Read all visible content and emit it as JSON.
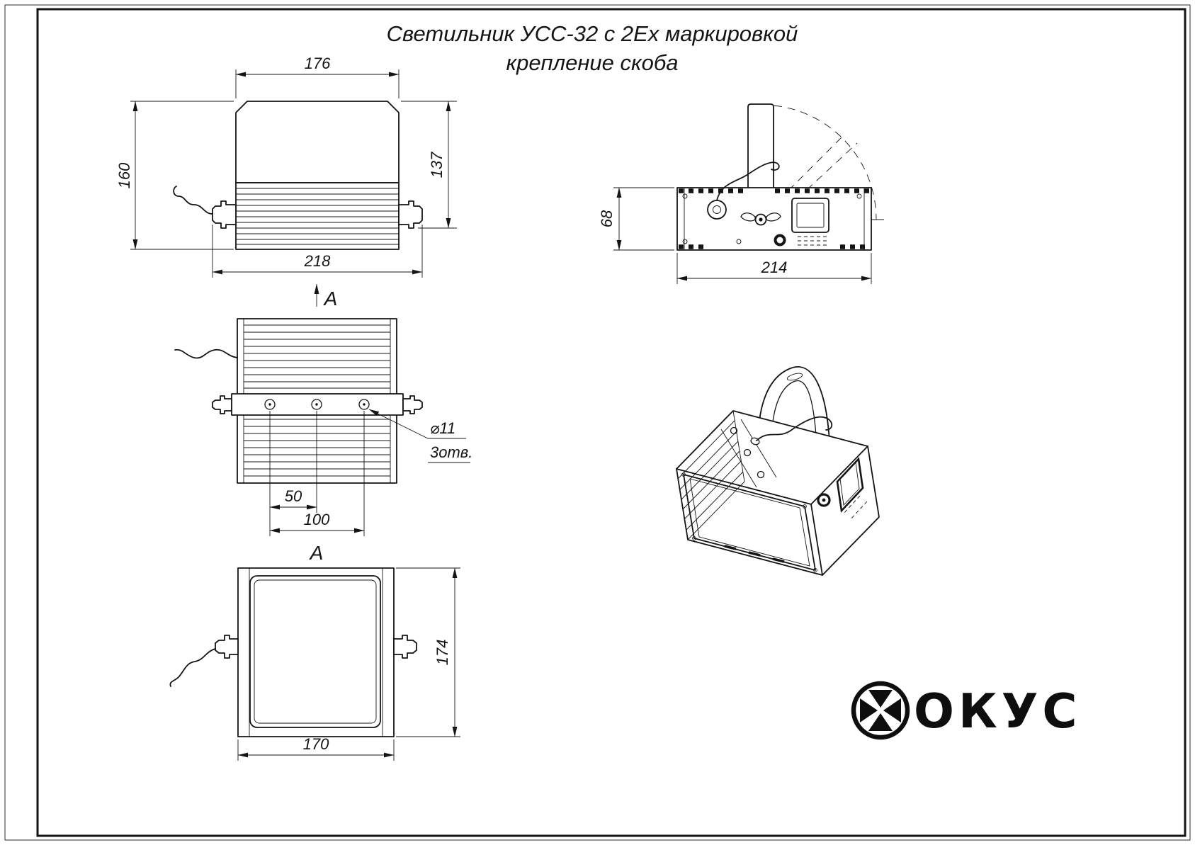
{
  "title": {
    "line1": "Светильник УСС-32 с 2Ех маркировкой",
    "line2": "крепление скоба"
  },
  "front_view": {
    "dim_top": "176",
    "dim_left": "160",
    "dim_right": "137",
    "dim_bottom": "218",
    "section_arrow_label": "А"
  },
  "plan_view": {
    "dim_pitch": "50",
    "dim_span": "100",
    "callout_dia": "⌀11",
    "callout_qty": "3отв.",
    "section_label": "А"
  },
  "bottom_view": {
    "dim_right": "174",
    "dim_bottom": "170"
  },
  "side_view": {
    "dim_left": "68",
    "dim_bottom": "214"
  },
  "logo": {
    "wordmark": "ОКУС"
  },
  "colors": {
    "line": "#141414",
    "background": "#ffffff"
  }
}
